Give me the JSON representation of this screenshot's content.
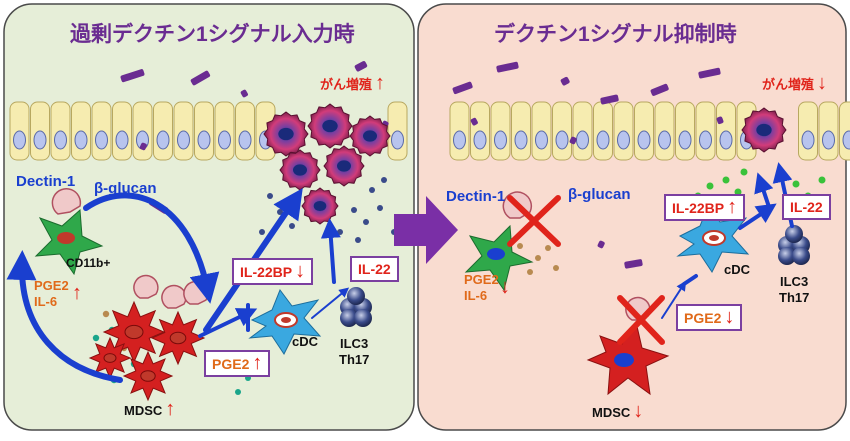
{
  "left_panel": {
    "title": "過剰デクチン1シグナル入力時",
    "cancer_growth": "がん増殖",
    "dectin1": "Dectin-1",
    "beta_glucan": "β-glucan",
    "cd11b": "CD11b+",
    "pge2_il6": [
      "PGE2",
      "IL-6"
    ],
    "il22bp": "IL-22BP",
    "il22": "IL-22",
    "cdc": "cDC",
    "ilc3": "ILC3",
    "th17": "Th17",
    "pge2_box": "PGE2",
    "mdsc": "MDSC"
  },
  "right_panel": {
    "title": "デクチン1シグナル抑制時",
    "cancer_growth": "がん増殖",
    "dectin1": "Dectin-1",
    "beta_glucan": "β-glucan",
    "il22bp": "IL-22BP",
    "il22": "IL-22",
    "pge2_il6": [
      "PGE2",
      "IL-6"
    ],
    "cdc": "cDC",
    "ilc3": "ILC3",
    "th17": "Th17",
    "pge2_box": "PGE2",
    "mdsc": "MDSC"
  },
  "colors": {
    "left_bg": "#e6eed8",
    "right_bg": "#f9dcd0",
    "panel_border": "#4a4a4a",
    "title": "#6a2c91",
    "up_arrow": "#e0241b",
    "flow_arrow": "#1a3fcf",
    "transition_arrow": "#7a2fa6",
    "epithelium": "#f6ecb0",
    "tumor": "#c03a7a",
    "mdsc": "#d42020",
    "cd11b": "#2fa84a",
    "cdc": "#3aa8e0",
    "ilc": "#3a4b8a"
  }
}
